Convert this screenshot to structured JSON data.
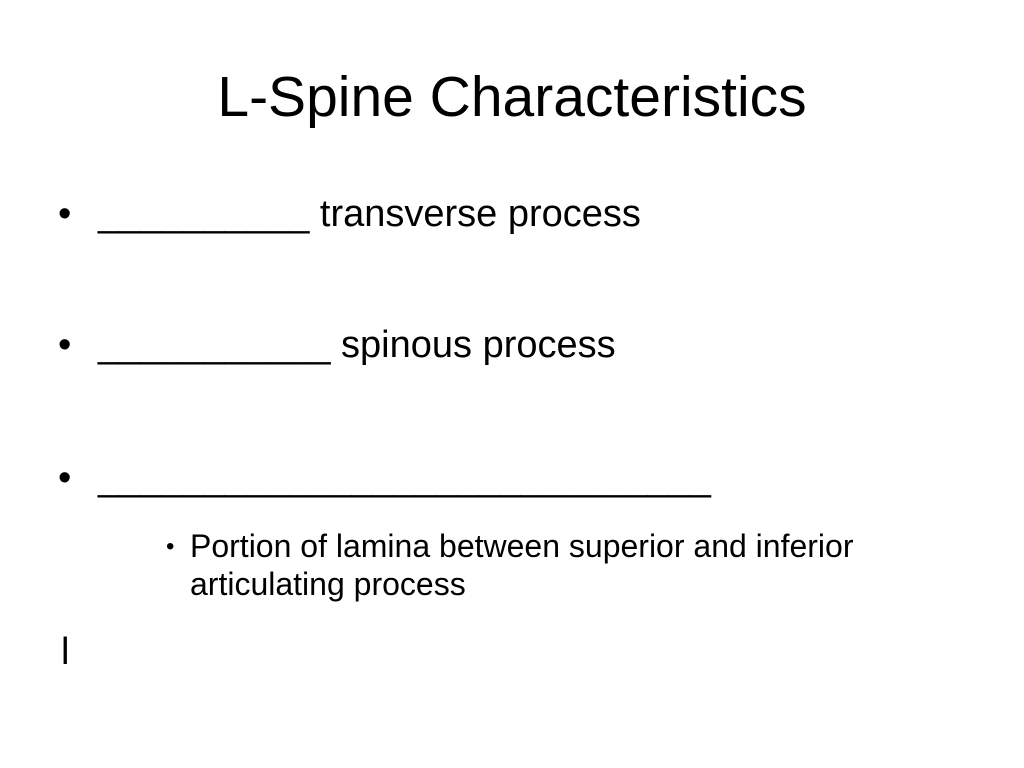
{
  "slide": {
    "title": "L-Spine Characteristics",
    "bullets": [
      {
        "marker": "•",
        "text": "__________ transverse process"
      },
      {
        "marker": "•",
        "text": "___________ spinous process"
      },
      {
        "marker": "•",
        "text": "_____________________________"
      }
    ],
    "sub_bullet": {
      "marker": "•",
      "text": " Portion of lamina between superior and inferior articulating process"
    },
    "stray_mark": "l"
  }
}
